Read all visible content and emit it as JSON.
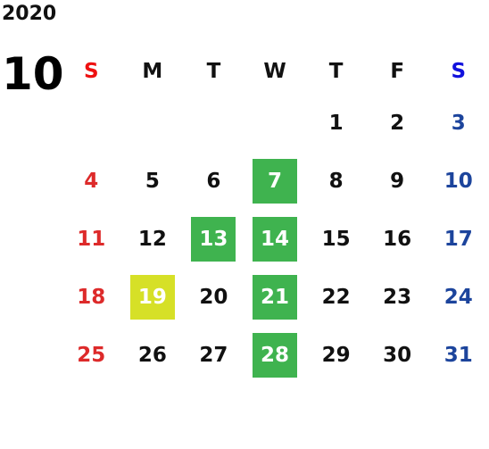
{
  "year": "2020",
  "month": "10",
  "weekdays": [
    "S",
    "M",
    "T",
    "W",
    "T",
    "F",
    "S"
  ],
  "weeks": [
    [
      "",
      "",
      "",
      "",
      "1",
      "2",
      "3"
    ],
    [
      "4",
      "5",
      "6",
      "7",
      "8",
      "9",
      "10"
    ],
    [
      "11",
      "12",
      "13",
      "14",
      "15",
      "16",
      "17"
    ],
    [
      "18",
      "19",
      "20",
      "21",
      "22",
      "23",
      "24"
    ],
    [
      "25",
      "26",
      "27",
      "28",
      "29",
      "30",
      "31"
    ]
  ],
  "highlighted_green_days": [
    "7",
    "13",
    "14",
    "21",
    "28"
  ],
  "highlighted_yellow_days": [
    "19"
  ],
  "colors": {
    "sunday": "#dd2a2a",
    "saturday": "#1c449c",
    "green_highlight": "#3fb34f",
    "yellow_highlight": "#d6e027"
  }
}
